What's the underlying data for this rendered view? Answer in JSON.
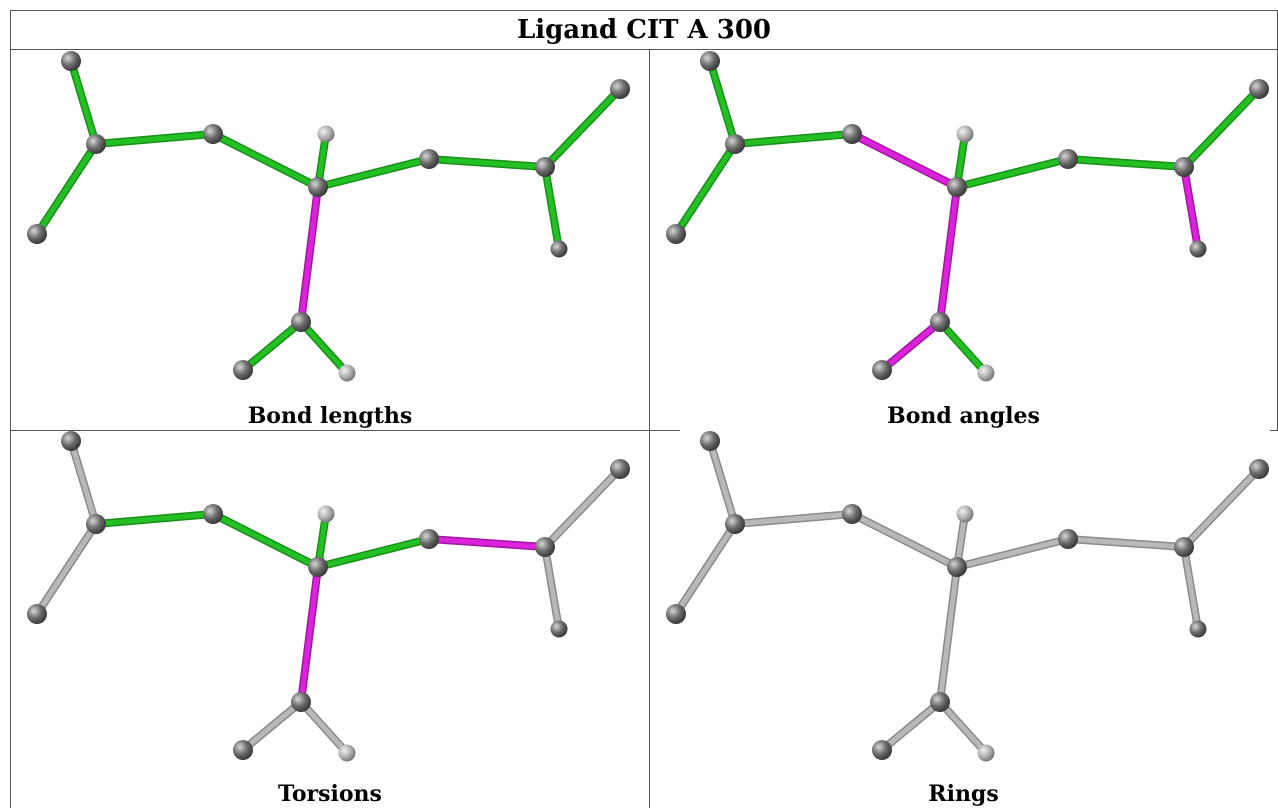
{
  "title": "Ligand CIT A 300",
  "colors": {
    "green": "#22c022",
    "green_dark": "#1a8f1a",
    "magenta": "#dd22dd",
    "magenta_dark": "#a018a0",
    "gray_bond": "#b8b8b8",
    "gray_bond_dark": "#8a8a8a",
    "atom": "#6e6e6e",
    "atom_light": "#b0b0b0"
  },
  "panels": [
    {
      "caption": "Bond lengths",
      "bonds": [
        "green",
        "green",
        "green",
        "green",
        "green",
        "magenta",
        "green",
        "green",
        "green",
        "green",
        "green",
        "green"
      ]
    },
    {
      "caption": "Bond angles",
      "bonds": [
        "green",
        "green",
        "green",
        "magenta",
        "green",
        "magenta",
        "green",
        "green",
        "green",
        "magenta",
        "magenta",
        "green"
      ]
    },
    {
      "caption": "Torsions",
      "bonds": [
        "gray",
        "gray",
        "green",
        "green",
        "green",
        "magenta",
        "green",
        "magenta",
        "gray",
        "gray",
        "gray",
        "gray"
      ]
    },
    {
      "caption": "Rings",
      "bonds": [
        "gray",
        "gray",
        "gray",
        "gray",
        "gray",
        "gray",
        "gray",
        "gray",
        "gray",
        "gray",
        "gray",
        "gray"
      ]
    }
  ]
}
